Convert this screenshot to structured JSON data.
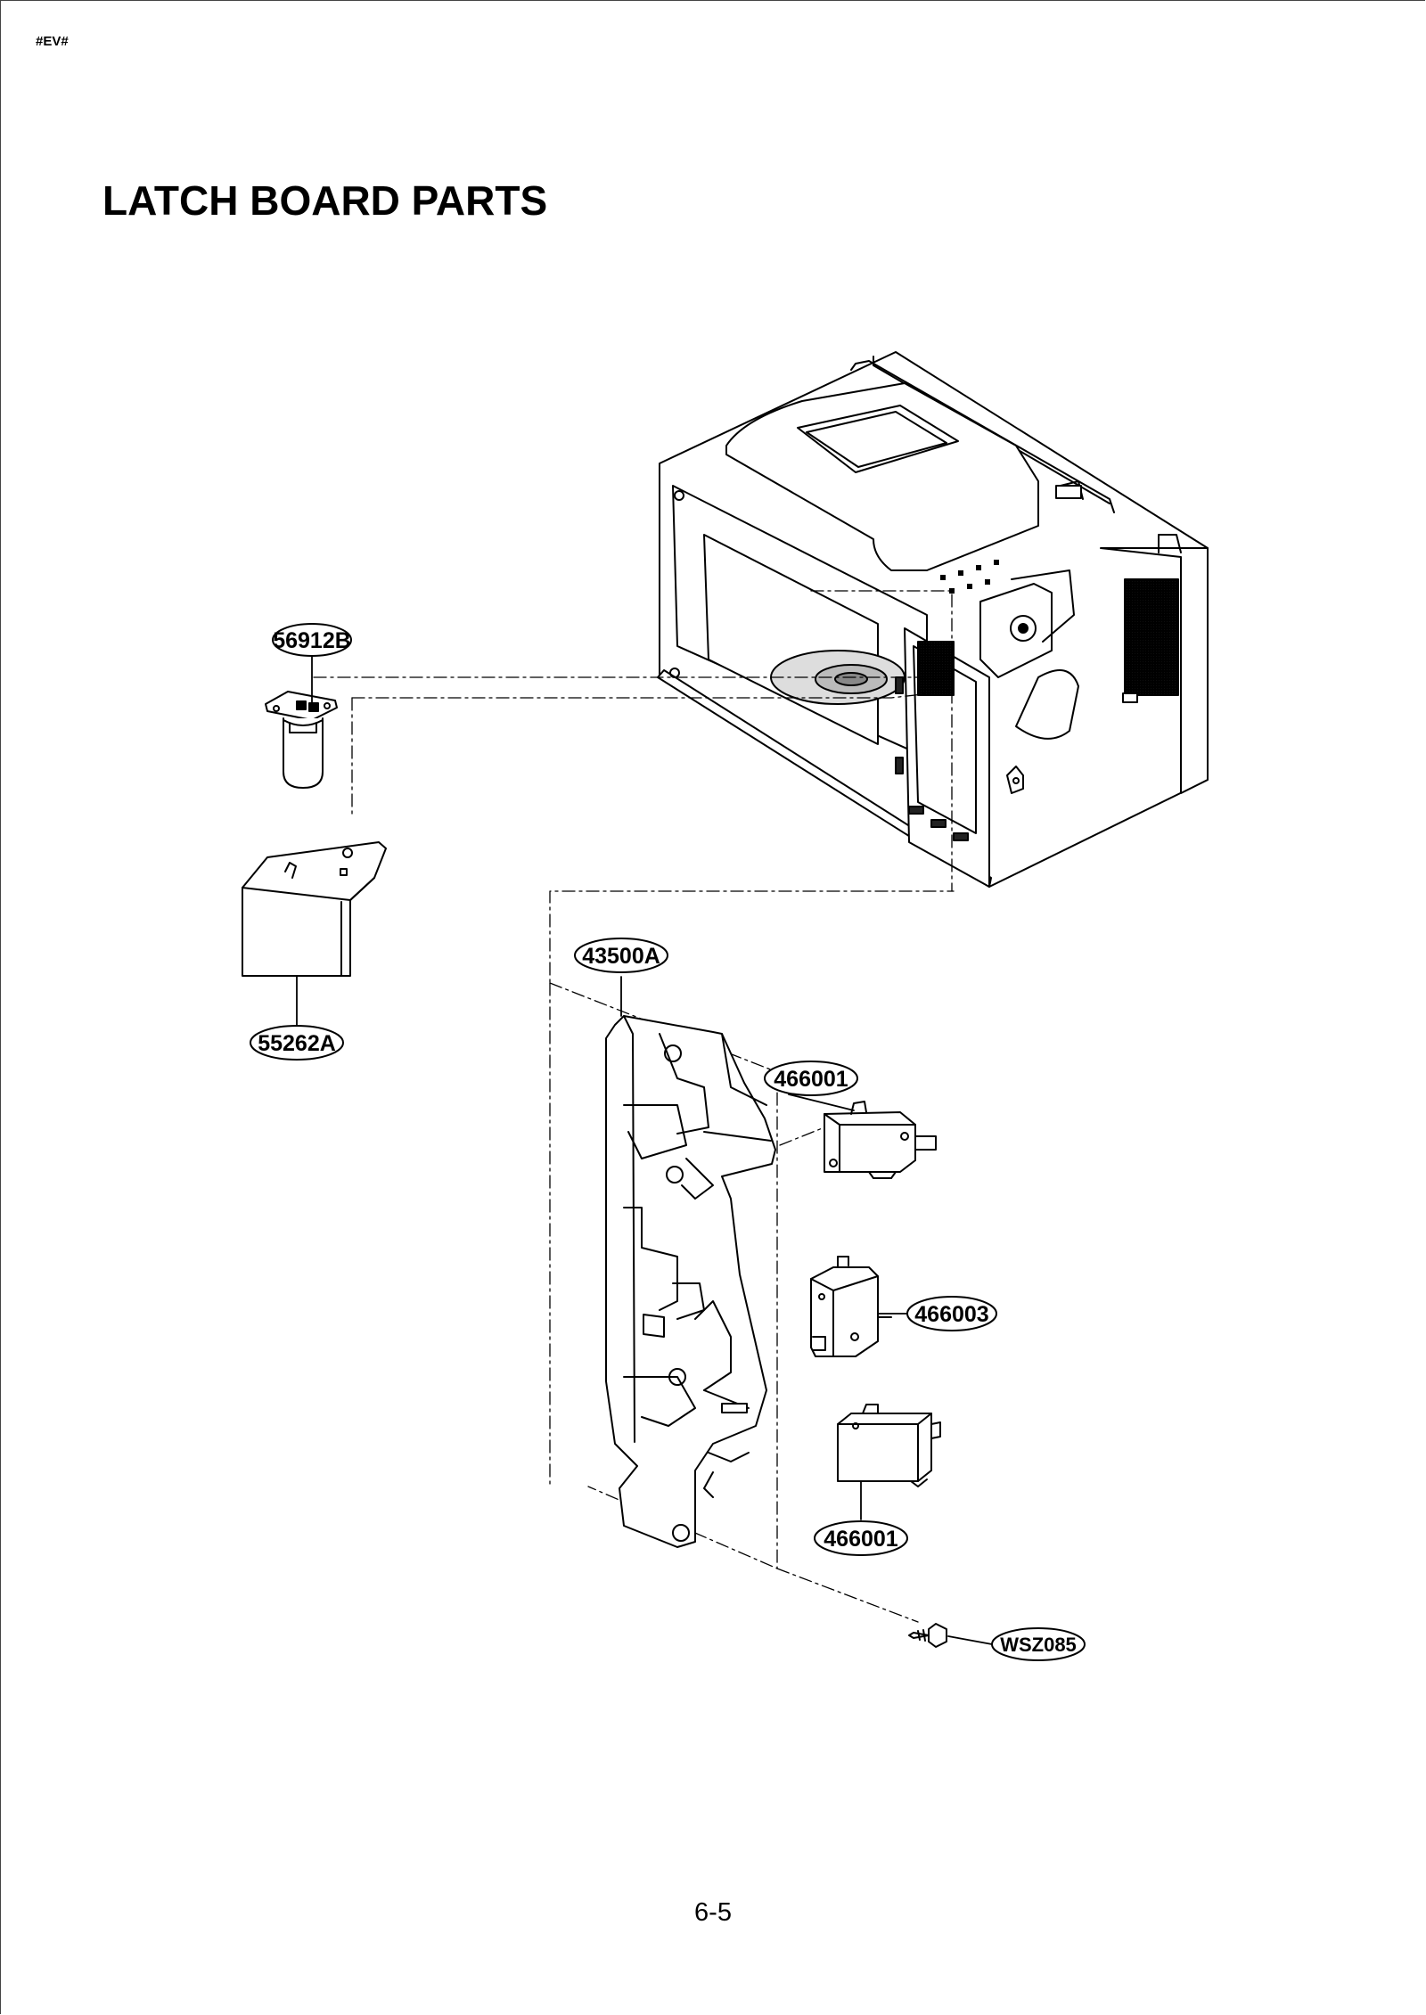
{
  "header": {
    "code_mark": "#EV#"
  },
  "title": "LATCH BOARD PARTS",
  "callouts": [
    {
      "id": "56912B",
      "label": "56912B"
    },
    {
      "id": "55262A",
      "label": "55262A"
    },
    {
      "id": "43500A",
      "label": "43500A"
    },
    {
      "id": "466001a",
      "label": "466001"
    },
    {
      "id": "466003",
      "label": "466003"
    },
    {
      "id": "466001b",
      "label": "466001"
    },
    {
      "id": "WSZ085",
      "label": "WSZ085"
    }
  ],
  "footer": {
    "page_number": "6-5"
  }
}
